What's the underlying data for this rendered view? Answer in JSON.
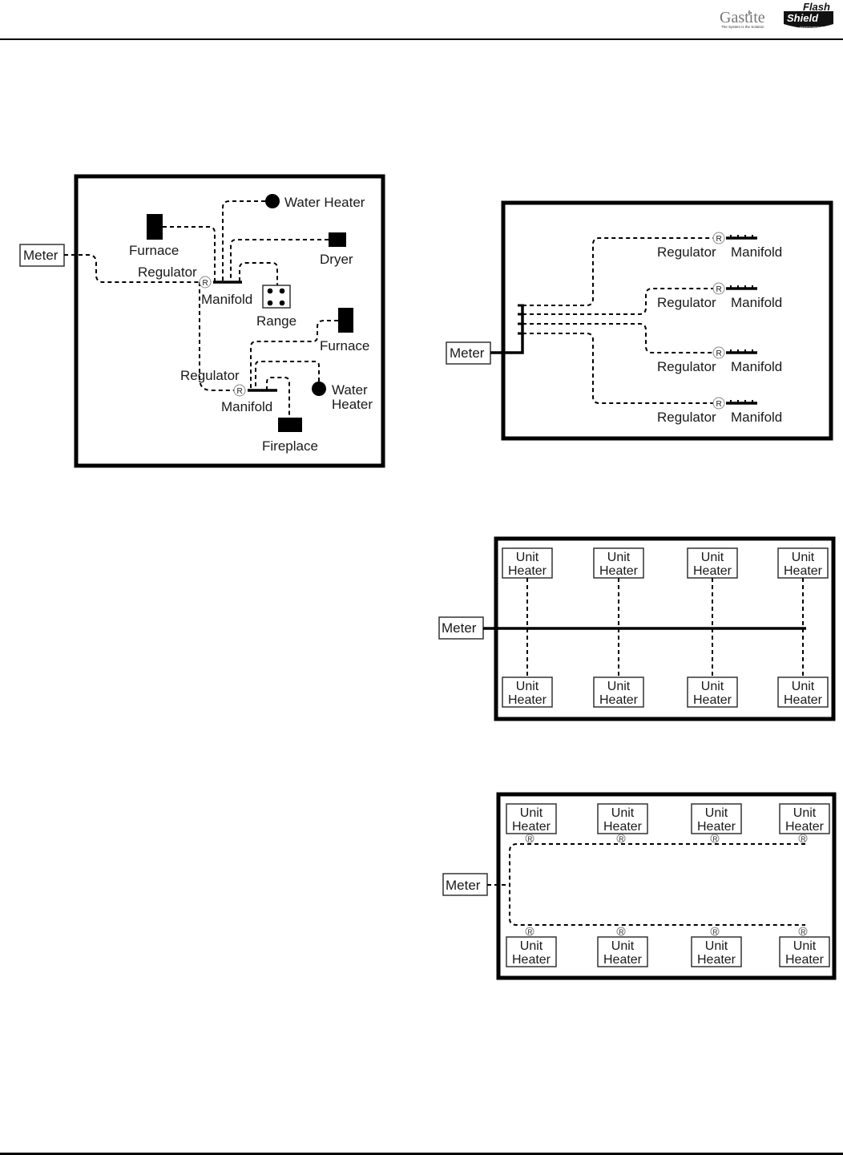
{
  "header": {
    "logo_gastite": "Gastite",
    "logo_gastite_tagline": "The System is the Solution",
    "logo_flash": "Flash",
    "logo_shield": "Shield",
    "logo_shield_tagline": "MAXIMUM PROTECTION"
  },
  "diagram1": {
    "meter": "Meter",
    "furnace1": "Furnace",
    "water_heater1": "Water Heater",
    "dryer": "Dryer",
    "regulator1": "Regulator",
    "manifold1": "Manifold",
    "range": "Range",
    "furnace2": "Furnace",
    "regulator2": "Regulator",
    "manifold2": "Manifold",
    "water_heater2_line1": "Water",
    "water_heater2_line2": "Heater",
    "fireplace": "Fireplace",
    "reg_symbol": "R"
  },
  "diagram2": {
    "meter": "Meter",
    "branches": [
      {
        "regulator": "Regulator",
        "manifold": "Manifold",
        "symbol": "R"
      },
      {
        "regulator": "Regulator",
        "manifold": "Manifold",
        "symbol": "R"
      },
      {
        "regulator": "Regulator",
        "manifold": "Manifold",
        "symbol": "R"
      },
      {
        "regulator": "Regulator",
        "manifold": "Manifold",
        "symbol": "R"
      }
    ]
  },
  "diagram3": {
    "meter": "Meter",
    "heaters_top": [
      {
        "line1": "Unit",
        "line2": "Heater"
      },
      {
        "line1": "Unit",
        "line2": "Heater"
      },
      {
        "line1": "Unit",
        "line2": "Heater"
      },
      {
        "line1": "Unit",
        "line2": "Heater"
      }
    ],
    "heaters_bottom": [
      {
        "line1": "Unit",
        "line2": "Heater"
      },
      {
        "line1": "Unit",
        "line2": "Heater"
      },
      {
        "line1": "Unit",
        "line2": "Heater"
      },
      {
        "line1": "Unit",
        "line2": "Heater"
      }
    ]
  },
  "diagram4": {
    "meter": "Meter",
    "reg_symbol": "R",
    "heaters_top": [
      {
        "line1": "Unit",
        "line2": "Heater"
      },
      {
        "line1": "Unit",
        "line2": "Heater"
      },
      {
        "line1": "Unit",
        "line2": "Heater"
      },
      {
        "line1": "Unit",
        "line2": "Heater"
      }
    ],
    "heaters_bottom": [
      {
        "line1": "Unit",
        "line2": "Heater"
      },
      {
        "line1": "Unit",
        "line2": "Heater"
      },
      {
        "line1": "Unit",
        "line2": "Heater"
      },
      {
        "line1": "Unit",
        "line2": "Heater"
      }
    ]
  }
}
